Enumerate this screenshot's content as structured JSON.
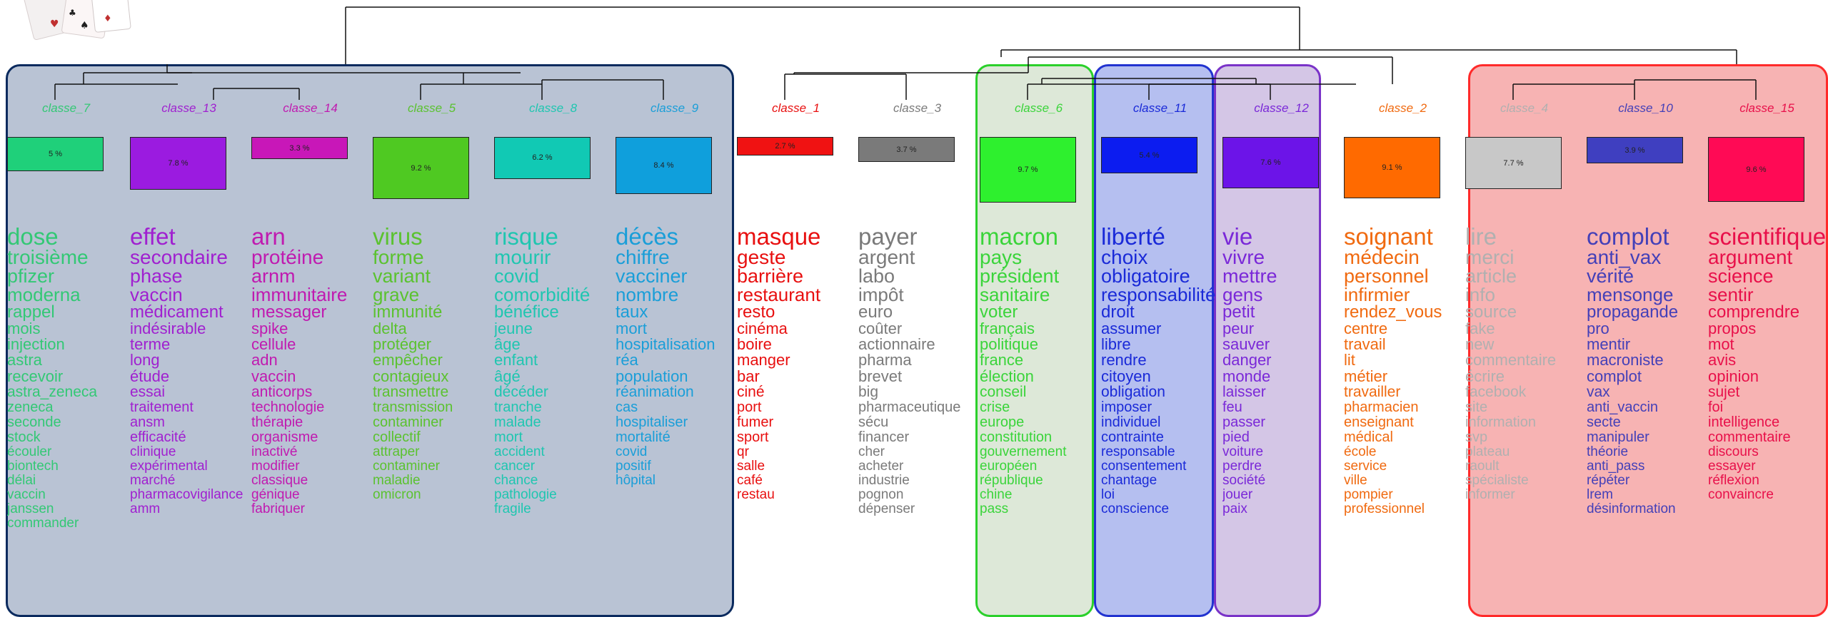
{
  "figure": {
    "logo": "playing-cards-icon",
    "groups": [
      {
        "name": "group-1",
        "fill": "#b9c3d4",
        "border": "#0a2a5e"
      },
      {
        "name": "group-6",
        "fill": "#dde8d8",
        "border": "#2bd02b"
      },
      {
        "name": "group-11",
        "fill": "#b5bff0",
        "border": "#2233d0"
      },
      {
        "name": "group-12",
        "fill": "#d4c6e6",
        "border": "#7a33c8"
      },
      {
        "name": "group-4-10-15",
        "fill": "#f7b3b3",
        "border": "#ff2a2a"
      }
    ],
    "classes": [
      {
        "label": "classe_7",
        "color": "#33c875",
        "bar_color": "#1fd07a",
        "pct_label": "5 %",
        "pct": 5,
        "words": [
          "dose",
          "troisième",
          "pfizer",
          "moderna",
          "rappel",
          "mois",
          "injection",
          "astra",
          "recevoir",
          "astra_zeneca",
          "zeneca",
          "seconde",
          "stock",
          "écouler",
          "biontech",
          "délai",
          "vaccin",
          "janssen",
          "commander"
        ]
      },
      {
        "label": "classe_13",
        "color": "#a020d0",
        "bar_color": "#9b1be0",
        "pct_label": "7.8 %",
        "pct": 7.8,
        "words": [
          "effet",
          "secondaire",
          "phase",
          "vaccin",
          "médicament",
          "indésirable",
          "terme",
          "long",
          "étude",
          "essai",
          "traitement",
          "ansm",
          "efficacité",
          "clinique",
          "expérimental",
          "marché",
          "pharmacovigilance",
          "amm"
        ]
      },
      {
        "label": "classe_14",
        "color": "#c01ab0",
        "bar_color": "#c817b8",
        "pct_label": "3.3 %",
        "pct": 3.3,
        "words": [
          "arn",
          "protéine",
          "arnm",
          "immunitaire",
          "messager",
          "spike",
          "cellule",
          "adn",
          "vaccin",
          "anticorps",
          "technologie",
          "thérapie",
          "organisme",
          "inactivé",
          "modifier",
          "classique",
          "génique",
          "fabriquer"
        ]
      },
      {
        "label": "classe_5",
        "color": "#5bc230",
        "bar_color": "#4fc922",
        "pct_label": "9.2 %",
        "pct": 9.2,
        "words": [
          "virus",
          "forme",
          "variant",
          "grave",
          "immunité",
          "delta",
          "protéger",
          "empêcher",
          "contagieux",
          "transmettre",
          "transmission",
          "contaminer",
          "collectif",
          "attraper",
          "contaminer",
          "maladie",
          "omicron"
        ]
      },
      {
        "label": "classe_8",
        "color": "#1fc6b0",
        "bar_color": "#11c9b4",
        "pct_label": "6.2 %",
        "pct": 6.2,
        "words": [
          "risque",
          "mourir",
          "covid",
          "comorbidité",
          "bénéfice",
          "jeune",
          "âge",
          "enfant",
          "âgé",
          "décéder",
          "tranche",
          "malade",
          "mort",
          "accident",
          "cancer",
          "chance",
          "pathologie",
          "fragile"
        ]
      },
      {
        "label": "classe_9",
        "color": "#1a9ed8",
        "bar_color": "#0f9fdc",
        "pct_label": "8.4 %",
        "pct": 8.4,
        "words": [
          "décès",
          "chiffre",
          "vacciner",
          "nombre",
          "taux",
          "mort",
          "hospitalisation",
          "réa",
          "population",
          "réanimation",
          "cas",
          "hospitaliser",
          "mortalité",
          "covid",
          "positif",
          "hôpital"
        ]
      },
      {
        "label": "classe_1",
        "color": "#e81010",
        "bar_color": "#f01212",
        "pct_label": "2.7 %",
        "pct": 2.7,
        "words": [
          "masque",
          "geste",
          "barrière",
          "restaurant",
          "resto",
          "cinéma",
          "boire",
          "manger",
          "bar",
          "ciné",
          "port",
          "fumer",
          "sport",
          "qr",
          "salle",
          "café",
          "restau"
        ]
      },
      {
        "label": "classe_3",
        "color": "#7a7a7a",
        "bar_color": "#7a7a7a",
        "pct_label": "3.7 %",
        "pct": 3.7,
        "words": [
          "payer",
          "argent",
          "labo",
          "impôt",
          "euro",
          "coûter",
          "actionnaire",
          "pharma",
          "brevet",
          "big",
          "pharmaceutique",
          "sécu",
          "financer",
          "cher",
          "acheter",
          "industrie",
          "pognon",
          "dépenser"
        ]
      },
      {
        "label": "classe_6",
        "color": "#3ad43a",
        "bar_color": "#2ef02e",
        "pct_label": "9.7 %",
        "pct": 9.7,
        "words": [
          "macron",
          "pays",
          "président",
          "sanitaire",
          "voter",
          "français",
          "politique",
          "france",
          "élection",
          "conseil",
          "crise",
          "europe",
          "constitution",
          "gouvernement",
          "européen",
          "république",
          "chine",
          "pass"
        ]
      },
      {
        "label": "classe_11",
        "color": "#1a2ad8",
        "bar_color": "#0c1cf0",
        "pct_label": "5.4 %",
        "pct": 5.4,
        "words": [
          "liberté",
          "choix",
          "obligatoire",
          "responsabilité",
          "droit",
          "assumer",
          "libre",
          "rendre",
          "citoyen",
          "obligation",
          "imposer",
          "individuel",
          "contrainte",
          "responsable",
          "consentement",
          "chantage",
          "loi",
          "conscience"
        ]
      },
      {
        "label": "classe_12",
        "color": "#7a28d8",
        "bar_color": "#6c14e8",
        "pct_label": "7.6 %",
        "pct": 7.6,
        "words": [
          "vie",
          "vivre",
          "mettre",
          "gens",
          "petit",
          "peur",
          "sauver",
          "danger",
          "monde",
          "laisser",
          "feu",
          "passer",
          "pied",
          "voiture",
          "perdre",
          "société",
          "jouer",
          "paix"
        ]
      },
      {
        "label": "classe_2",
        "color": "#f06a10",
        "bar_color": "#ff6a00",
        "pct_label": "9.1 %",
        "pct": 9.1,
        "words": [
          "soignant",
          "médecin",
          "personnel",
          "infirmier",
          "rendez_vous",
          "centre",
          "travail",
          "lit",
          "métier",
          "travailler",
          "pharmacien",
          "enseignant",
          "médical",
          "école",
          "service",
          "ville",
          "pompier",
          "professionnel"
        ]
      },
      {
        "label": "classe_4",
        "color": "#b0b0b0",
        "bar_color": "#c8c8c8",
        "pct_label": "7.7 %",
        "pct": 7.7,
        "words": [
          "lire",
          "merci",
          "article",
          "info",
          "source",
          "fake",
          "new",
          "commentaire",
          "écrire",
          "facebook",
          "site",
          "information",
          "svp",
          "plateau",
          "raoult",
          "spécialiste",
          "informer"
        ]
      },
      {
        "label": "classe_10",
        "color": "#4440b8",
        "bar_color": "#3f3fc0",
        "pct_label": "3.9 %",
        "pct": 3.9,
        "words": [
          "complot",
          "anti_vax",
          "vérité",
          "mensonge",
          "propagande",
          "pro",
          "mentir",
          "macroniste",
          "complot",
          "vax",
          "anti_vaccin",
          "secte",
          "manipuler",
          "théorie",
          "anti_pass",
          "répéter",
          "lrem",
          "désinformation"
        ]
      },
      {
        "label": "classe_15",
        "color": "#e8104a",
        "bar_color": "#ff0a55",
        "pct_label": "9.6 %",
        "pct": 9.6,
        "words": [
          "scientifique",
          "argument",
          "science",
          "sentir",
          "comprendre",
          "propos",
          "mot",
          "avis",
          "opinion",
          "sujet",
          "foi",
          "intelligence",
          "commentaire",
          "discours",
          "essayer",
          "réflexion",
          "convaincre"
        ]
      }
    ]
  }
}
